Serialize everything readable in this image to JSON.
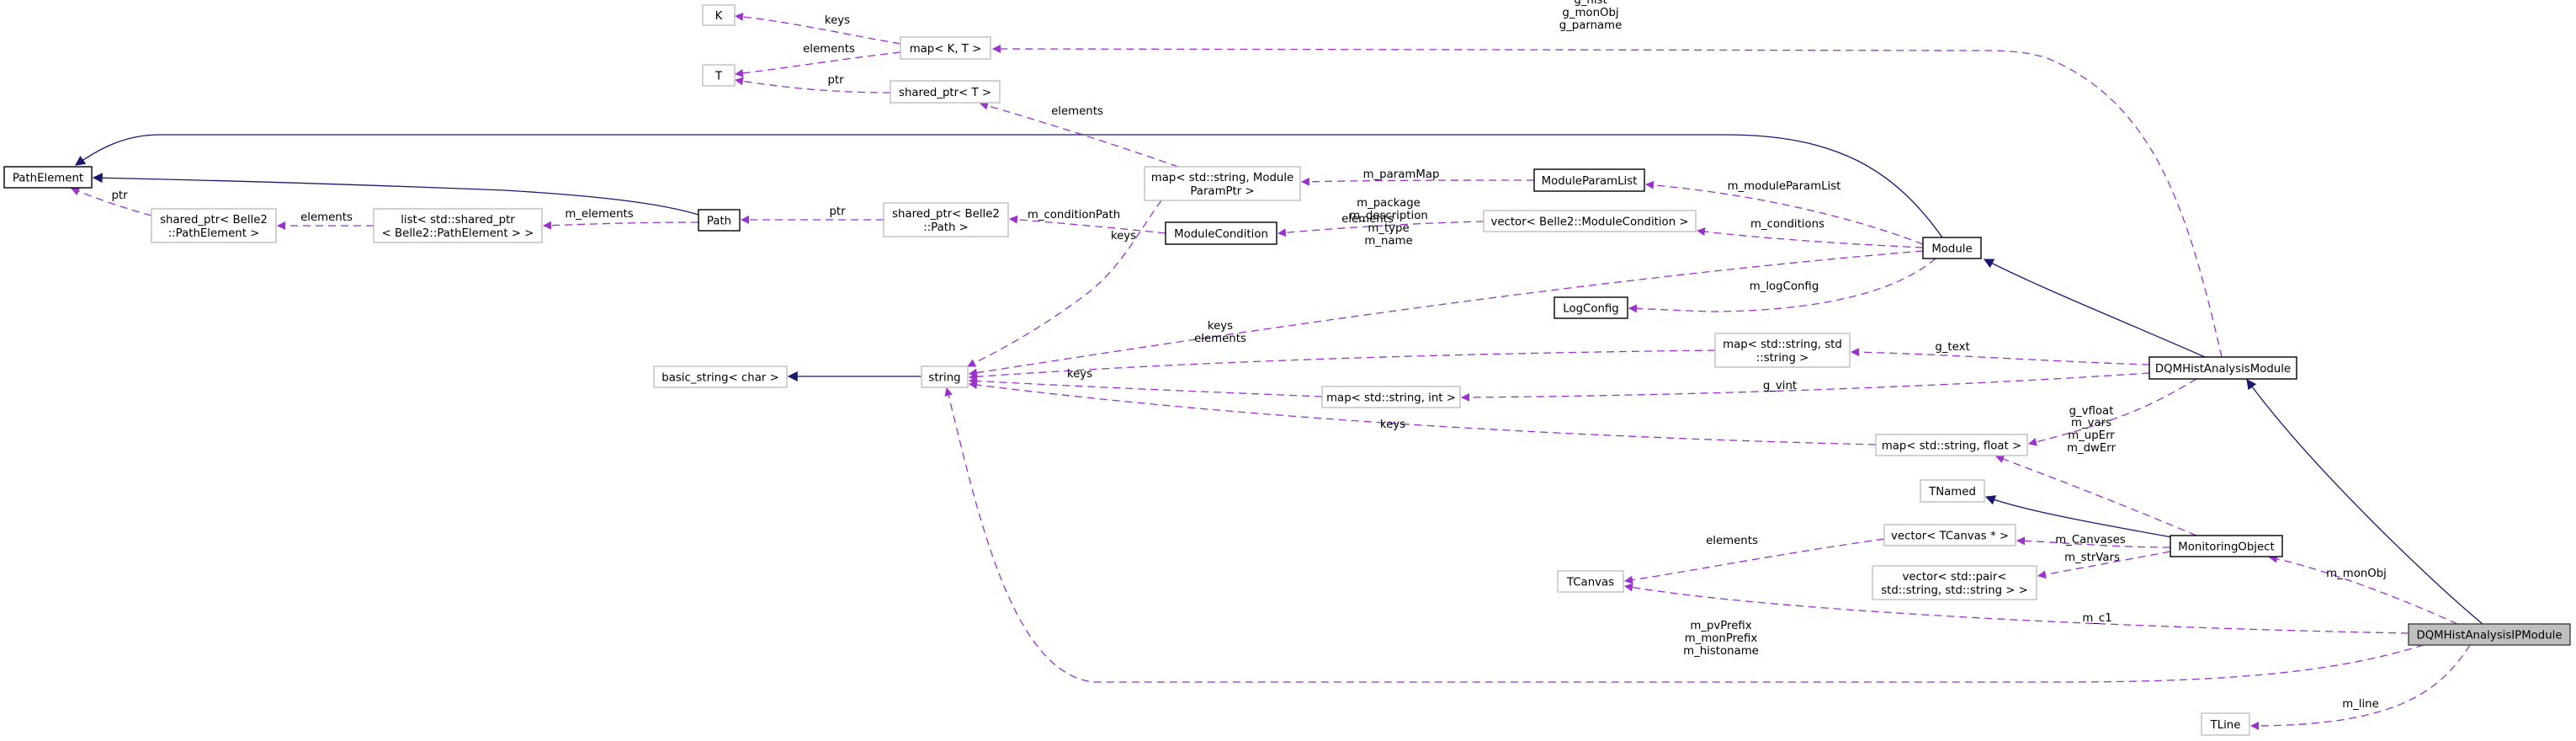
{
  "diagram": {
    "type": "collaboration-diagram",
    "colors": {
      "inheritance_edge": "#191970",
      "usage_edge": "#9a32cd",
      "documented_node_border": "#000000",
      "undocumented_node_border": "#bfbfbf",
      "focus_node_fill": "#bfbfbf"
    },
    "nodes": [
      {
        "id": "K",
        "label": [
          "K"
        ],
        "kind": "external"
      },
      {
        "id": "T",
        "label": [
          "T"
        ],
        "kind": "external"
      },
      {
        "id": "mapKT",
        "label": [
          "map< K, T >"
        ],
        "kind": "external"
      },
      {
        "id": "sptrT",
        "label": [
          "shared_ptr< T >"
        ],
        "kind": "external"
      },
      {
        "id": "PathElement",
        "label": [
          "PathElement"
        ],
        "kind": "class"
      },
      {
        "id": "sptrPE",
        "label": [
          "shared_ptr< Belle2",
          "::PathElement >"
        ],
        "kind": "external"
      },
      {
        "id": "listPE",
        "label": [
          "list< std::shared_ptr",
          "< Belle2::PathElement > >"
        ],
        "kind": "external"
      },
      {
        "id": "Path",
        "label": [
          "Path"
        ],
        "kind": "class"
      },
      {
        "id": "sptrPath",
        "label": [
          "shared_ptr< Belle2",
          "::Path >"
        ],
        "kind": "external"
      },
      {
        "id": "mapParam",
        "label": [
          "map< std::string, Module",
          "ParamPtr >"
        ],
        "kind": "external"
      },
      {
        "id": "ModuleParamList",
        "label": [
          "ModuleParamList"
        ],
        "kind": "class"
      },
      {
        "id": "ModuleCondition",
        "label": [
          "ModuleCondition"
        ],
        "kind": "class"
      },
      {
        "id": "vecCond",
        "label": [
          "vector< Belle2::ModuleCondition >"
        ],
        "kind": "external"
      },
      {
        "id": "Module",
        "label": [
          "Module"
        ],
        "kind": "class"
      },
      {
        "id": "LogConfig",
        "label": [
          "LogConfig"
        ],
        "kind": "class"
      },
      {
        "id": "basicString",
        "label": [
          "basic_string< char >"
        ],
        "kind": "external"
      },
      {
        "id": "string",
        "label": [
          "string"
        ],
        "kind": "external"
      },
      {
        "id": "mapSS",
        "label": [
          "map< std::string, std",
          "::string >"
        ],
        "kind": "external"
      },
      {
        "id": "DQMHistAnalysisModule",
        "label": [
          "DQMHistAnalysisModule"
        ],
        "kind": "class"
      },
      {
        "id": "mapSI",
        "label": [
          "map< std::string, int >"
        ],
        "kind": "external"
      },
      {
        "id": "mapSF",
        "label": [
          "map< std::string, float >"
        ],
        "kind": "external"
      },
      {
        "id": "TNamed",
        "label": [
          "TNamed"
        ],
        "kind": "external"
      },
      {
        "id": "vecCanvas",
        "label": [
          "vector< TCanvas * >"
        ],
        "kind": "external"
      },
      {
        "id": "MonitoringObject",
        "label": [
          "MonitoringObject"
        ],
        "kind": "class"
      },
      {
        "id": "TCanvas",
        "label": [
          "TCanvas"
        ],
        "kind": "external"
      },
      {
        "id": "vecPair",
        "label": [
          "vector< std::pair<",
          " std::string, std::string > >"
        ],
        "kind": "external"
      },
      {
        "id": "DQMHistAnalysisIPModule",
        "label": [
          "DQMHistAnalysisIPModule"
        ],
        "kind": "focus"
      },
      {
        "id": "TLine",
        "label": [
          "TLine"
        ],
        "kind": "external"
      }
    ],
    "edges": [
      {
        "from": "mapKT",
        "to": "K",
        "kind": "usage",
        "label": [
          "keys"
        ]
      },
      {
        "from": "mapKT",
        "to": "T",
        "kind": "usage",
        "label": [
          "elements"
        ]
      },
      {
        "from": "sptrT",
        "to": "T",
        "kind": "usage",
        "label": [
          "ptr"
        ]
      },
      {
        "from": "mapParam",
        "to": "sptrT",
        "kind": "usage",
        "label": [
          "elements"
        ]
      },
      {
        "from": "DQMHistAnalysisModule",
        "to": "mapKT",
        "kind": "usage",
        "label": [
          "g_hist",
          "g_monObj",
          "g_parname"
        ]
      },
      {
        "from": "Module",
        "to": "PathElement",
        "kind": "inheritance",
        "label": []
      },
      {
        "from": "Path",
        "to": "PathElement",
        "kind": "inheritance",
        "label": []
      },
      {
        "from": "sptrPE",
        "to": "PathElement",
        "kind": "usage",
        "label": [
          "ptr"
        ]
      },
      {
        "from": "listPE",
        "to": "sptrPE",
        "kind": "usage",
        "label": [
          "elements"
        ]
      },
      {
        "from": "Path",
        "to": "listPE",
        "kind": "usage",
        "label": [
          "m_elements"
        ]
      },
      {
        "from": "sptrPath",
        "to": "Path",
        "kind": "usage",
        "label": [
          "ptr"
        ]
      },
      {
        "from": "ModuleCondition",
        "to": "sptrPath",
        "kind": "usage",
        "label": [
          "m_conditionPath"
        ]
      },
      {
        "from": "ModuleParamList",
        "to": "mapParam",
        "kind": "usage",
        "label": [
          "m_paramMap"
        ]
      },
      {
        "from": "mapParam",
        "to": "string",
        "kind": "usage",
        "label": [
          "keys"
        ]
      },
      {
        "from": "Module",
        "to": "ModuleParamList",
        "kind": "usage",
        "label": [
          "m_moduleParamList"
        ]
      },
      {
        "from": "vecCond",
        "to": "ModuleCondition",
        "kind": "usage",
        "label": [
          "elements"
        ]
      },
      {
        "from": "Module",
        "to": "vecCond",
        "kind": "usage",
        "label": [
          "m_conditions"
        ]
      },
      {
        "from": "Module",
        "to": "string",
        "kind": "usage",
        "label": [
          "m_package",
          "m_description",
          "m_type",
          "m_name"
        ]
      },
      {
        "from": "Module",
        "to": "LogConfig",
        "kind": "usage",
        "label": [
          "m_logConfig"
        ]
      },
      {
        "from": "DQMHistAnalysisModule",
        "to": "Module",
        "kind": "inheritance",
        "label": []
      },
      {
        "from": "string",
        "to": "basicString",
        "kind": "inheritance",
        "label": []
      },
      {
        "from": "mapSS",
        "to": "string",
        "kind": "usage",
        "label": [
          "keys",
          "elements"
        ]
      },
      {
        "from": "mapSI",
        "to": "string",
        "kind": "usage",
        "label": [
          "keys"
        ]
      },
      {
        "from": "mapSF",
        "to": "string",
        "kind": "usage",
        "label": [
          "keys"
        ]
      },
      {
        "from": "DQMHistAnalysisModule",
        "to": "mapSS",
        "kind": "usage",
        "label": [
          "g_text"
        ]
      },
      {
        "from": "DQMHistAnalysisModule",
        "to": "mapSI",
        "kind": "usage",
        "label": [
          "g_vint"
        ]
      },
      {
        "from": "DQMHistAnalysisModule",
        "to": "mapSF",
        "kind": "usage",
        "label": [
          "g_vfloat"
        ]
      },
      {
        "from": "MonitoringObject",
        "to": "mapSF",
        "kind": "usage",
        "label": [
          "m_vars",
          "m_upErr",
          "m_dwErr"
        ]
      },
      {
        "from": "MonitoringObject",
        "to": "TNamed",
        "kind": "inheritance",
        "label": []
      },
      {
        "from": "MonitoringObject",
        "to": "vecCanvas",
        "kind": "usage",
        "label": [
          "m_Canvases"
        ]
      },
      {
        "from": "MonitoringObject",
        "to": "vecPair",
        "kind": "usage",
        "label": [
          "m_strVars"
        ]
      },
      {
        "from": "vecCanvas",
        "to": "TCanvas",
        "kind": "usage",
        "label": [
          "elements"
        ]
      },
      {
        "from": "DQMHistAnalysisIPModule",
        "to": "MonitoringObject",
        "kind": "usage",
        "label": [
          "m_monObj"
        ]
      },
      {
        "from": "DQMHistAnalysisIPModule",
        "to": "DQMHistAnalysisModule",
        "kind": "inheritance",
        "label": []
      },
      {
        "from": "DQMHistAnalysisIPModule",
        "to": "TCanvas",
        "kind": "usage",
        "label": [
          "m_c1"
        ]
      },
      {
        "from": "DQMHistAnalysisIPModule",
        "to": "string",
        "kind": "usage",
        "label": [
          "m_pvPrefix",
          "m_monPrefix",
          "m_histoname"
        ]
      },
      {
        "from": "DQMHistAnalysisIPModule",
        "to": "TLine",
        "kind": "usage",
        "label": [
          "m_line"
        ]
      }
    ]
  }
}
